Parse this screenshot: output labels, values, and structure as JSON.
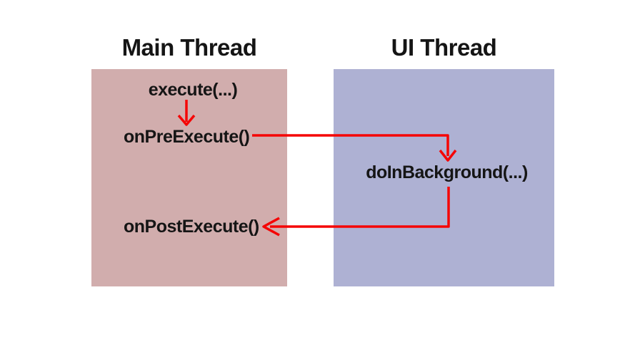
{
  "diagram": {
    "background_color": "#ffffff",
    "arrow_color": "#f50505",
    "text_color": "#151515",
    "left_column": {
      "title": "Main Thread",
      "box_color": "#d1adad",
      "nodes": {
        "execute": "execute(...)",
        "on_pre_execute": "onPreExecute()",
        "on_post_execute": "onPostExecute()"
      }
    },
    "right_column": {
      "title": "UI Thread",
      "box_color": "#aeb1d3",
      "nodes": {
        "do_in_background": "doInBackground(...)"
      }
    },
    "arrows": [
      {
        "from": "execute(...)",
        "to": "onPreExecute()"
      },
      {
        "from": "onPreExecute()",
        "to": "doInBackground(...)"
      },
      {
        "from": "doInBackground(...)",
        "to": "onPostExecute()"
      }
    ]
  }
}
